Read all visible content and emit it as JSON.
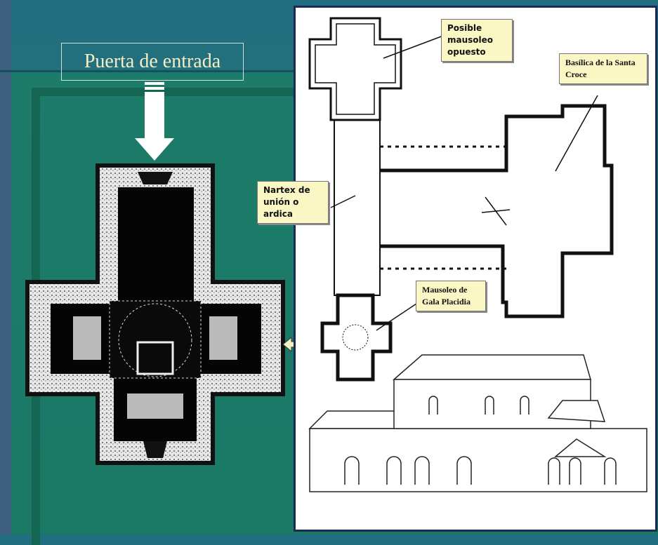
{
  "slide": {
    "title": "Puerta de entrada",
    "labels": {
      "posible_mausoleo": "Posible mausoleo opuesto",
      "basilica": "Basílica de la Santa Croce",
      "nartex": "Nartex de unión o ardica",
      "mausoleo_gala": "Mausoleo de Gala Placidia"
    }
  }
}
